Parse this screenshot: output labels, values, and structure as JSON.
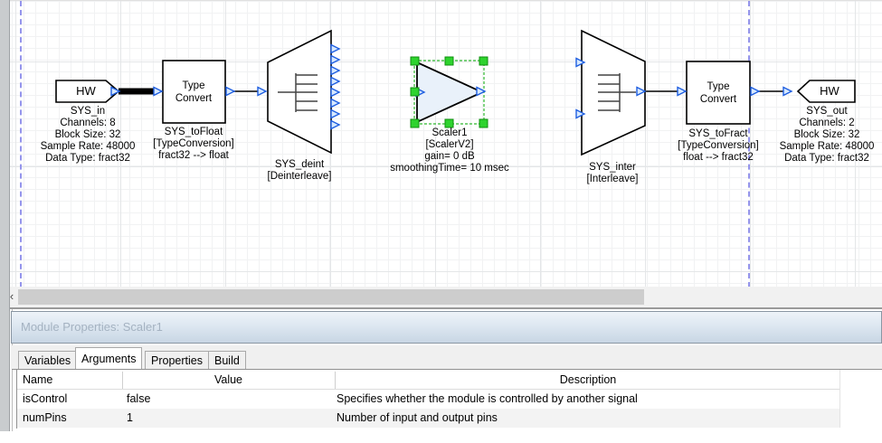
{
  "colors": {
    "pin_blue": "#1f5fe0",
    "pin_fill": "#d7e9ff",
    "selection_green": "#2ed32e",
    "guide_line": "#9595ec",
    "header_text": "#a4b2c1"
  },
  "canvas": {
    "blocks": {
      "hw_in": {
        "title": "HW",
        "label": "SYS_in",
        "props": [
          "Channels: 8",
          "Block Size: 32",
          "Sample Rate: 48000",
          "Data Type: fract32"
        ]
      },
      "type_convert_1": {
        "title_line1": "Type",
        "title_line2": "Convert",
        "labels": [
          "SYS_toFloat",
          "[TypeConversion]",
          "fract32 --> float"
        ]
      },
      "deinterleave": {
        "labels": [
          "SYS_deint",
          "[Deinterleave]"
        ]
      },
      "scaler": {
        "labels": [
          "Scaler1",
          "[ScalerV2]",
          "gain= 0 dB",
          "smoothingTime= 10 msec"
        ]
      },
      "interleave": {
        "labels": [
          "SYS_inter",
          "[Interleave]"
        ]
      },
      "type_convert_2": {
        "title_line1": "Type",
        "title_line2": "Convert",
        "labels": [
          "SYS_toFract",
          "[TypeConversion]",
          "float --> fract32"
        ]
      },
      "hw_out": {
        "title": "HW",
        "label": "SYS_out",
        "props": [
          "Channels: 2",
          "Block Size: 32",
          "Sample Rate: 48000",
          "Data Type: fract32"
        ]
      }
    }
  },
  "scrollbar": {
    "left_arrow": "‹"
  },
  "panel": {
    "title": "Module Properties: Scaler1",
    "tabs": [
      {
        "label": "Variables"
      },
      {
        "label": "Arguments"
      },
      {
        "label": "Properties"
      },
      {
        "label": "Build"
      }
    ],
    "table": {
      "columns": [
        "Name",
        "Value",
        "Description"
      ],
      "rows": [
        {
          "name": "isControl",
          "value": "false",
          "description": "Specifies whether the module is controlled by another signal"
        },
        {
          "name": "numPins",
          "value": "1",
          "description": "Number of input and output pins"
        }
      ]
    }
  }
}
